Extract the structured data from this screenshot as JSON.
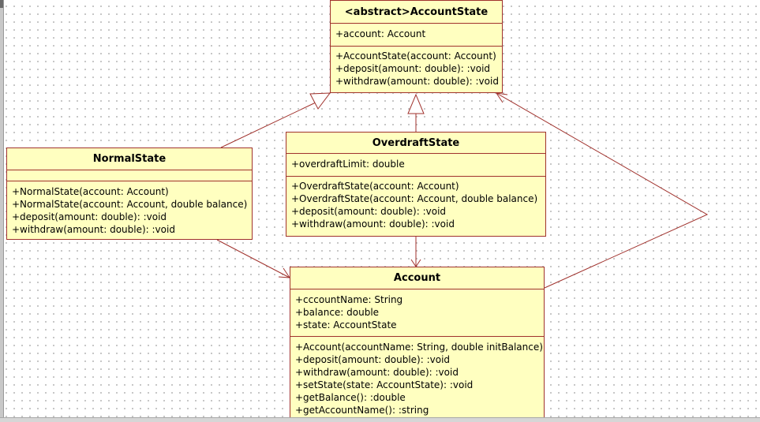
{
  "classes": {
    "account_state": {
      "name": "<abstract>AccountState",
      "attributes": [
        "+account: Account"
      ],
      "operations": [
        "+AccountState(account: Account)",
        "+deposit(amount: double): :void",
        "+withdraw(amount: double): :void"
      ]
    },
    "normal_state": {
      "name": "NormalState",
      "attributes": [],
      "operations": [
        "+NormalState(account: Account)",
        "+NormalState(account: Account, double balance)",
        "+deposit(amount: double): :void",
        "+withdraw(amount: double): :void"
      ]
    },
    "overdraft_state": {
      "name": "OverdraftState",
      "attributes": [
        "+overdraftLimit: double"
      ],
      "operations": [
        "+OverdraftState(account: Account)",
        "+OverdraftState(account: Account, double balance)",
        "+deposit(amount: double): :void",
        "+withdraw(amount: double): :void"
      ]
    },
    "account": {
      "name": "Account",
      "attributes": [
        "+cccountName: String",
        "+balance: double",
        "+state: AccountState"
      ],
      "operations": [
        "+Account(accountName: String, double initBalance)",
        "+deposit(amount: double): :void",
        "+withdraw(amount: double): :void",
        "+setState(state: AccountState): :void",
        "+getBalance(): :double",
        "+getAccountName(): :string"
      ]
    }
  },
  "colors": {
    "class_fill": "#ffffc0",
    "class_border": "#a0322d",
    "connector": "#a0322d"
  }
}
